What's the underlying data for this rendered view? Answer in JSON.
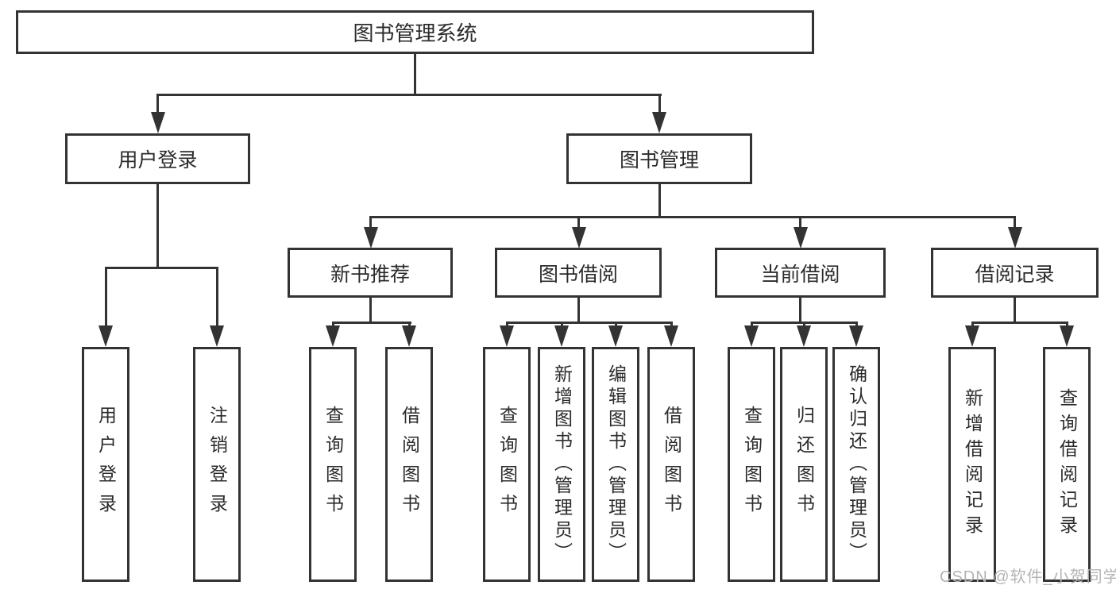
{
  "diagram": {
    "root": {
      "label": "图书管理系统"
    },
    "level2": [
      {
        "label": "用户登录"
      },
      {
        "label": "图书管理"
      }
    ],
    "level3": [
      {
        "label": "新书推荐"
      },
      {
        "label": "图书借阅"
      },
      {
        "label": "当前借阅"
      },
      {
        "label": "借阅记录"
      }
    ],
    "leaves": {
      "user_login": [
        "用户登录",
        "注销登录"
      ],
      "new_book_recommend": [
        "查询图书",
        "借阅图书"
      ],
      "book_borrow": [
        "查询图书",
        "新增图书（管理员）",
        "编辑图书（管理员）",
        "借阅图书"
      ],
      "current_borrow": [
        "查询图书",
        "归还图书",
        "确认归还（管理员）"
      ],
      "borrow_records": [
        "新增借阅记录",
        "查询借阅记录"
      ]
    }
  },
  "watermark": {
    "text": "CSDN @软件_小贺同学",
    "color": "#b4b4b4"
  },
  "colors": {
    "line": "#333333",
    "text": "#2b2b2b",
    "background": "#ffffff"
  }
}
